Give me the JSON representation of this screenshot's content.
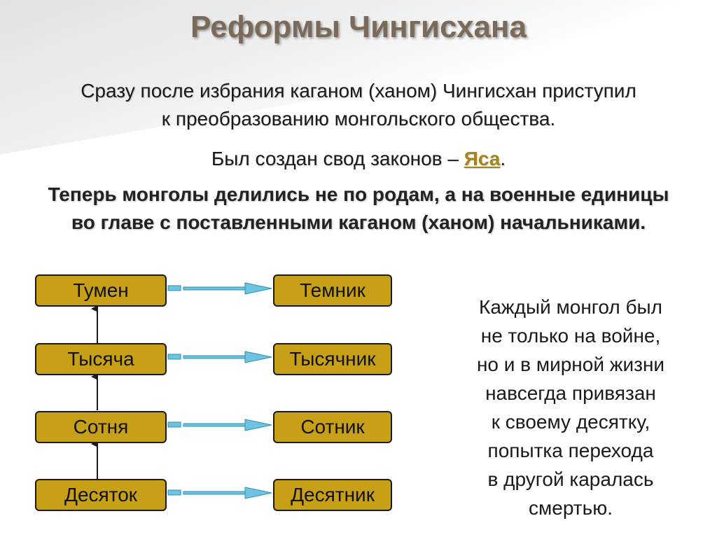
{
  "title": "Реформы Чингисхана",
  "intro": {
    "line1": "Сразу после избрания каганом (ханом) Чингисхан приступил",
    "line2": "к преобразованию монгольского общества."
  },
  "laws": {
    "prefix": "Был создан свод законов – ",
    "highlight": "Яса",
    "suffix": "."
  },
  "division": {
    "line1": "Теперь монголы делились не по родам, а на военные единицы",
    "line2": "во главе с поставленными каганом (ханом) начальниками."
  },
  "diagram": {
    "units": [
      "Тумен",
      "Тысяча",
      "Сотня",
      "Десяток"
    ],
    "leaders": [
      "Темник",
      "Тысячник",
      "Сотник",
      "Десятник"
    ]
  },
  "side_note": [
    "Каждый монгол был",
    "не только на войне,",
    "но и в мирной жизни",
    "навсегда привязан",
    "к своему десятку,",
    "попытка перехода",
    "в другой каралась",
    "смертью."
  ],
  "colors": {
    "box_fill": "#c8a017",
    "title": "#7a6a5a",
    "highlight": "#a58418",
    "arrow": "#2b8fb5"
  }
}
